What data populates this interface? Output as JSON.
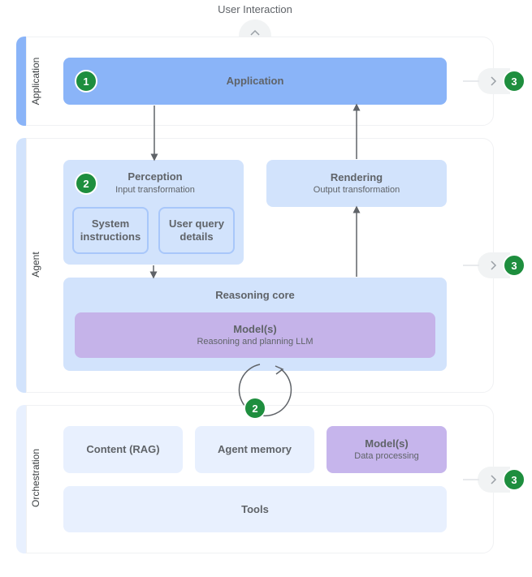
{
  "header": {
    "user_interaction": "User Interaction"
  },
  "layers": {
    "application": {
      "label": "Application"
    },
    "agent": {
      "label": "Agent"
    },
    "orchestration": {
      "label": "Orchestration"
    }
  },
  "boxes": {
    "application": {
      "title": "Application",
      "badge": "1"
    },
    "perception": {
      "title": "Perception",
      "subtitle": "Input transformation",
      "badge": "2"
    },
    "system_instructions": {
      "title": "System instructions"
    },
    "user_query": {
      "title": "User query details"
    },
    "rendering": {
      "title": "Rendering",
      "subtitle": "Output transformation"
    },
    "reasoning_core": {
      "title": "Reasoning core"
    },
    "models_reasoning": {
      "title": "Model(s)",
      "subtitle": "Reasoning and planning LLM"
    },
    "loop_badge": "2",
    "content_rag": {
      "title": "Content (RAG)"
    },
    "agent_memory": {
      "title": "Agent memory"
    },
    "models_data": {
      "title": "Model(s)",
      "subtitle": "Data processing"
    },
    "tools": {
      "title": "Tools"
    }
  },
  "side_badges": [
    "3",
    "3",
    "3"
  ],
  "colors": {
    "band": "#8ab4f8",
    "band_light": "#d2e3fc",
    "badge": "#1e8e3e",
    "application_box": "#8ab4f8",
    "agent_box": "#d2e3fc",
    "orchestration_box": "#e8f0fe",
    "model_box": "#c5b3e9"
  },
  "icons": {
    "top_control": "up-down-chevron-icon",
    "side_control": "chevron-right-icon",
    "loop": "circular-arrow-icon"
  }
}
